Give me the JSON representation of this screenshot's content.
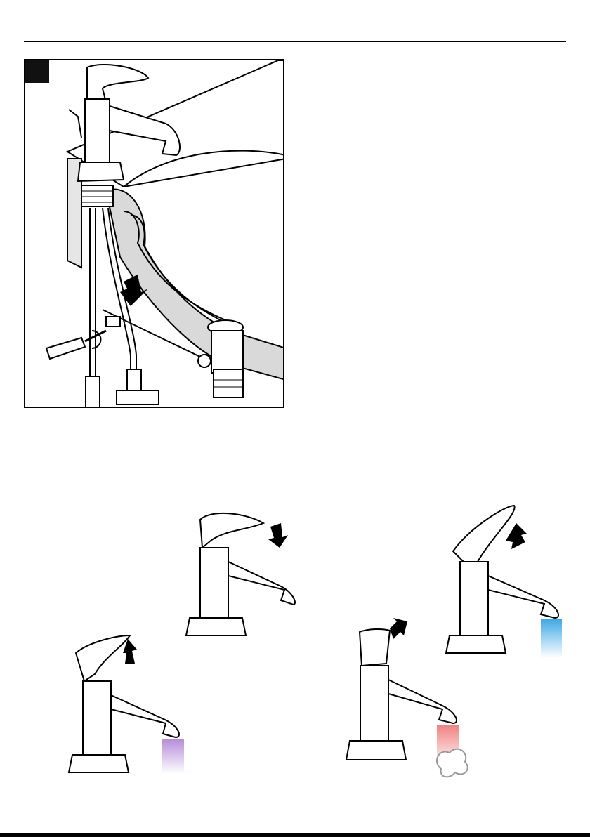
{
  "installation_step": {
    "step_number": "",
    "parts": [
      "mixer-tap",
      "basin",
      "pop-up-waste",
      "linkage-rod",
      "screwdriver",
      "supply-hoses",
      "angle-valves"
    ],
    "icon": "install-diagram"
  },
  "operation_views": [
    {
      "id": "off",
      "action": "lever-down",
      "arrow_icon": "arrow-down-icon"
    },
    {
      "id": "cold",
      "action": "lever-up-cold",
      "arrow_icon": "arrow-up-icon",
      "water_color": "#3fa9e6"
    },
    {
      "id": "mixed",
      "action": "lever-up-mixed",
      "arrow_icon": "arrow-up-icon",
      "water_color": "#b48cd8"
    },
    {
      "id": "hot",
      "action": "lever-back-hot",
      "arrow_icon": "arrow-up-left-icon",
      "water_color": "#f08080"
    }
  ],
  "colors": {
    "line": "#000000",
    "basin_fill": "#d9d9d9"
  }
}
